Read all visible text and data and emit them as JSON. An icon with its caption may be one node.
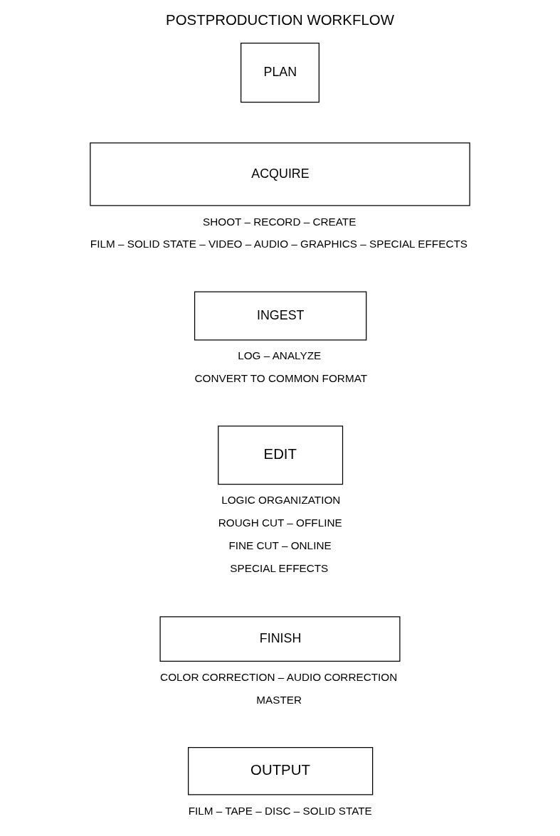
{
  "diagram": {
    "title": "POSTPRODUCTION WORKFLOW",
    "nodes": [
      {
        "text": [
          "PLAN"
        ]
      },
      {
        "text": [
          "ACQUIRE"
        ],
        "beside": [
          "SHOOT – RECORD – CREATE",
          "FILM – SOLID STATE – VIDEO – AUDIO – GRAPHICS – SPECIAL EFFECTS"
        ]
      },
      {
        "text": [
          "INGEST"
        ],
        "beside": [
          "LOG – ANALYZE",
          "CONVERT TO COMMON FORMAT"
        ]
      },
      {
        "text": [
          "EDIT"
        ],
        "beside": [
          "LOGIC ORGANIZATION",
          "ROUGH CUT – OFFLINE",
          "FINE CUT – ONLINE",
          "SPECIAL EFFECTS"
        ]
      },
      {
        "text": [
          "FINISH"
        ],
        "beside": [
          "COLOR CORRECTION – AUDIO CORRECTION",
          "MASTER"
        ]
      },
      {
        "text": [
          "OUTPUT"
        ],
        "beside": [
          "FILM – TAPE – DISC – SOLID STATE"
        ]
      }
    ],
    "edges": []
  }
}
